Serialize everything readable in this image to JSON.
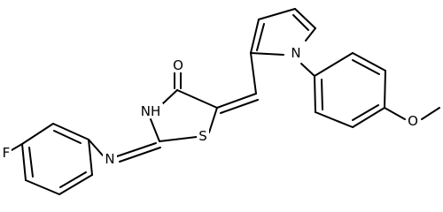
{
  "diagram": {
    "type": "chemical-structure",
    "atoms": {
      "oxygen_carbonyl": "O",
      "nitrogen_nh": "NH",
      "sulfur": "S",
      "nitrogen_imine": "N",
      "nitrogen_pyrrole": "N",
      "fluorine": "F",
      "oxygen_methoxy": "O"
    }
  }
}
